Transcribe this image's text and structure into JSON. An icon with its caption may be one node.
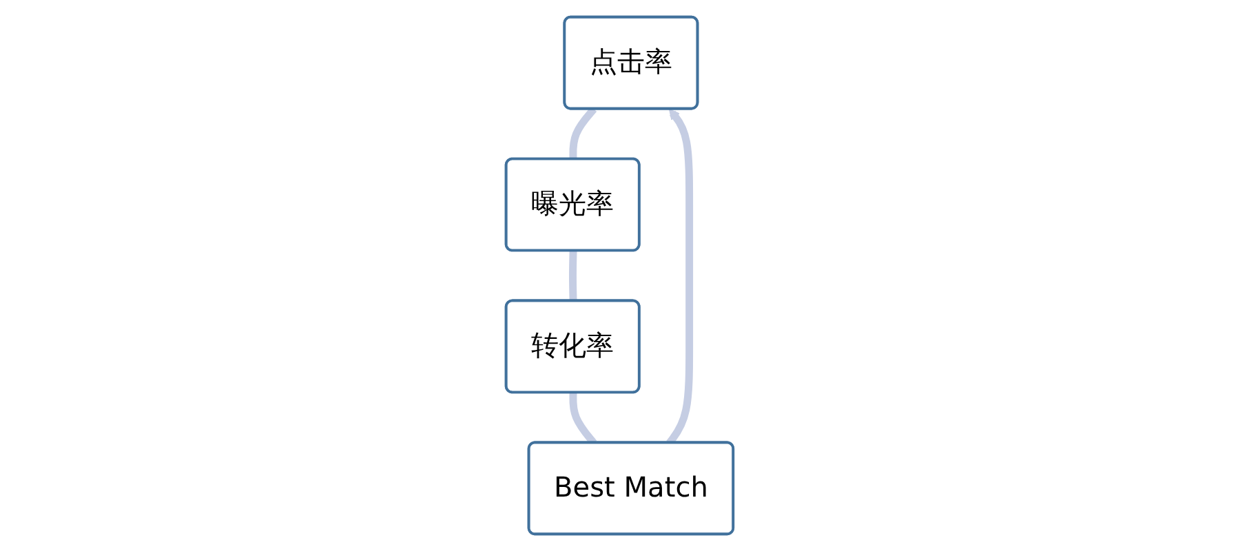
{
  "diagram": {
    "nodes": [
      {
        "text": [
          "点击率"
        ]
      },
      {
        "text": [
          "Best Match"
        ]
      },
      {
        "text": [
          "曝光率"
        ]
      },
      {
        "text": [
          "转化率"
        ]
      }
    ],
    "edges": [
      {
        "from": 0,
        "to": 2,
        "arrow": "none"
      },
      {
        "from": 2,
        "to": 3,
        "arrow": "none"
      },
      {
        "from": 3,
        "to": 1,
        "arrow": "none"
      },
      {
        "from": 1,
        "to": 0,
        "arrow": "to"
      }
    ]
  }
}
